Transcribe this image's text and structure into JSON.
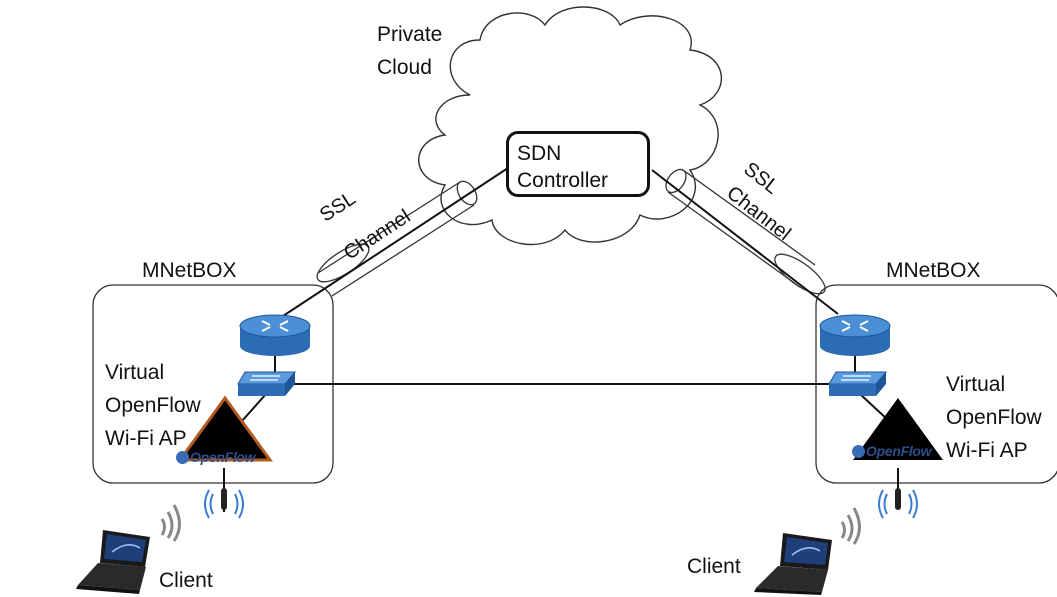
{
  "cloud": {
    "line1": "Private",
    "line2": "Cloud"
  },
  "controller": {
    "line1": "SDN",
    "line2": "Controller"
  },
  "channels": {
    "left": {
      "line1": "SSL",
      "line2": "Channel"
    },
    "right": {
      "line1": "SSL",
      "line2": "Channel"
    }
  },
  "boxes": {
    "left": {
      "title": "MNetBOX",
      "ap_line1": "Virtual",
      "ap_line2": "OpenFlow",
      "ap_line3": "Wi-Fi AP",
      "openflow": "OpenFlow"
    },
    "right": {
      "title": "MNetBOX",
      "ap_line1": "Virtual",
      "ap_line2": "OpenFlow",
      "ap_line3": "Wi-Fi AP",
      "openflow": "OpenFlow"
    }
  },
  "clients": {
    "left": "Client",
    "right": "Client"
  },
  "colors": {
    "router": "#2b6cb5",
    "switch": "#2b6cb5",
    "ap": "#000000",
    "ap_border": "#b35a1f"
  }
}
